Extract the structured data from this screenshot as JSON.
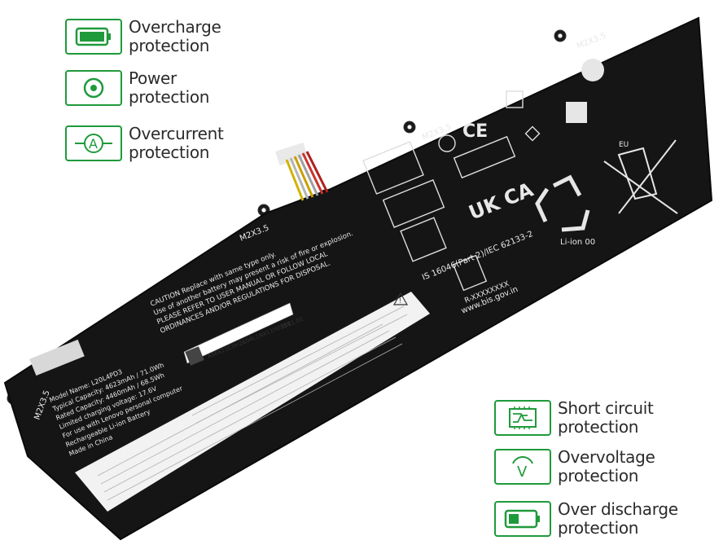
{
  "features_left": [
    {
      "id": "overcharge",
      "icon": "battery-full-icon",
      "line1": "Overcharge",
      "line2": "protection"
    },
    {
      "id": "power",
      "icon": "power-icon",
      "line1": "Power",
      "line2": "protection"
    },
    {
      "id": "overcurrent",
      "icon": "ampere-icon",
      "line1": "Overcurrent",
      "line2": "protection"
    }
  ],
  "features_right": [
    {
      "id": "short-circuit",
      "icon": "circuit-board-icon",
      "line1": "Short circuit",
      "line2": "protection"
    },
    {
      "id": "overvoltage",
      "icon": "voltage-icon",
      "line1": "Overvoltage",
      "line2": "protection"
    },
    {
      "id": "over-discharge",
      "icon": "battery-low-icon",
      "line1": "Over discharge",
      "line2": "protection"
    }
  ],
  "battery": {
    "screw_top_right": "M2X3.5",
    "screw_top_mid": "M2X3.5",
    "screw_mid": "M2X3.5",
    "screw_left": "M2X3.5",
    "eu_mark": "EU",
    "ukca": "UK CA",
    "li_ion": "Li-ion 00",
    "standard": "IS 16046(Part 2)/IEC 62133-2",
    "r_number": "R-XXXXXXXX",
    "bis_url": "www.bis.gov.in",
    "serial": "ASE611C0H2604L1NX11H05BK",
    "date": "2021.01",
    "caution_lines": [
      "CAUTION Replace with same type only.",
      "Use of another battery may present a risk of fire or explosion.",
      "PLEASE REFER TO USER MANUAL OR FOLLOW LOCAL",
      "ORDINANCES AND/OR REGULATIONS FOR DISPOSAL."
    ],
    "spec_lines": [
      "Model Name: L20L4PD3",
      "Typical Capacity: 4623mAh / 71.0Wh",
      "Rated Capacity: 4460mAh / 68.5Wh",
      "Limited charging voltage: 17.6V",
      "For use with Lenovo personal computer",
      "Rechargeable Li-ion Battery",
      "Made in China"
    ],
    "colors": {
      "body": "#151515",
      "label": "#f2f2f2",
      "accent": "#1f9a3b"
    }
  }
}
